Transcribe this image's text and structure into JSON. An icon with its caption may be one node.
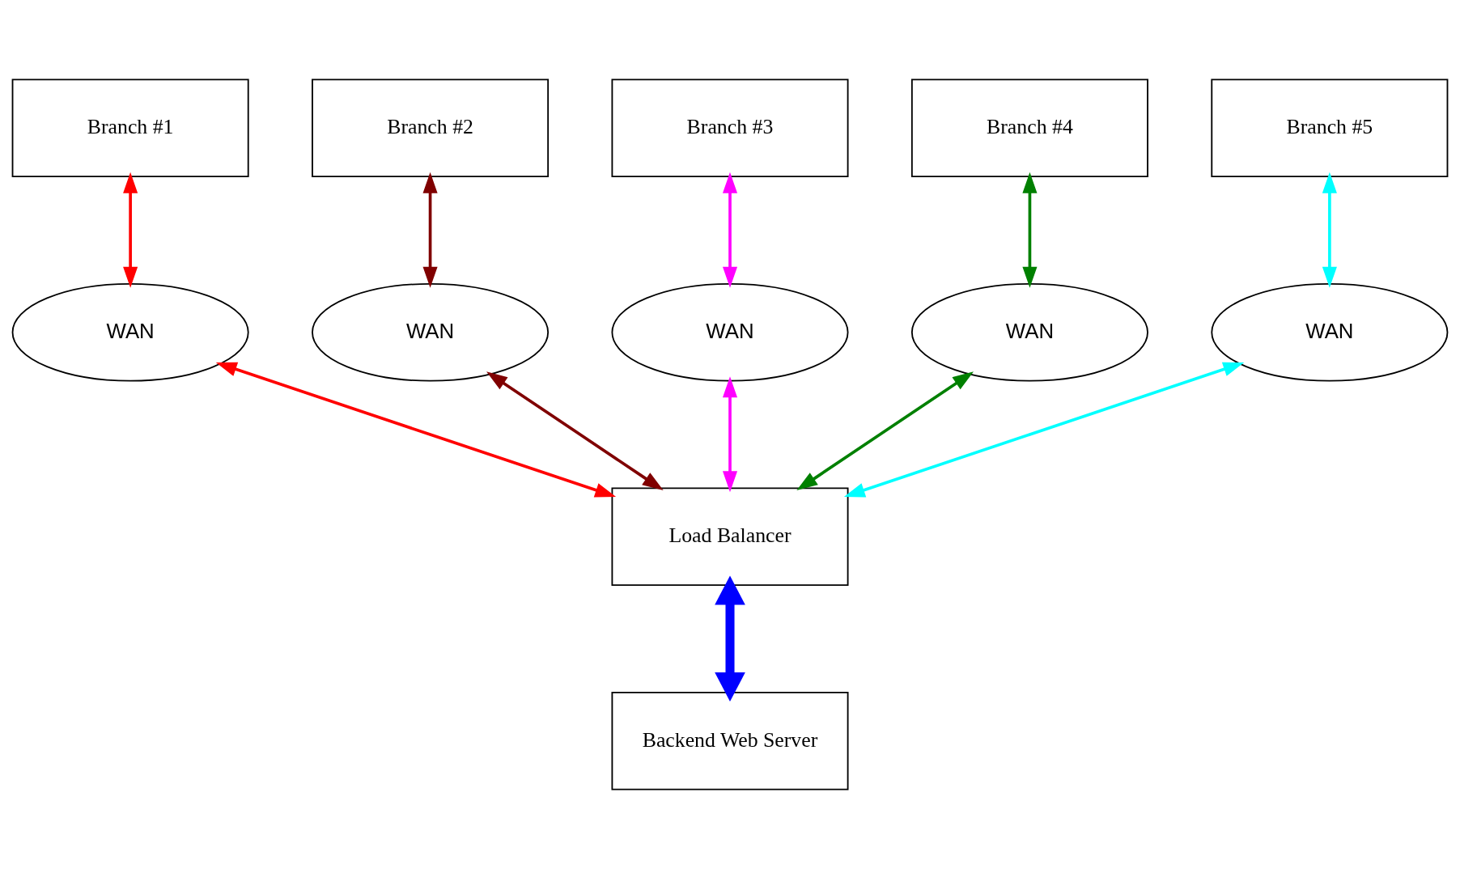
{
  "diagram": {
    "nodes": [
      {
        "text": [
          "Branch #1"
        ]
      },
      {
        "text": [
          "Branch #2"
        ]
      },
      {
        "text": [
          "Branch #3"
        ]
      },
      {
        "text": [
          "Branch #4"
        ]
      },
      {
        "text": [
          "Branch #5"
        ]
      },
      {
        "text": [
          "WAN"
        ]
      },
      {
        "text": [
          "WAN"
        ]
      },
      {
        "text": [
          "WAN"
        ]
      },
      {
        "text": [
          "WAN"
        ]
      },
      {
        "text": [
          "WAN"
        ]
      },
      {
        "text": [
          "Load Balancer"
        ]
      },
      {
        "text": [
          "Backend Web Server"
        ]
      }
    ],
    "edges": [
      {
        "from": 0,
        "to": 5,
        "arrow": "both",
        "color": "#ff0000"
      },
      {
        "from": 1,
        "to": 6,
        "arrow": "both",
        "color": "#800000"
      },
      {
        "from": 2,
        "to": 7,
        "arrow": "both",
        "color": "#ff00ff"
      },
      {
        "from": 3,
        "to": 8,
        "arrow": "both",
        "color": "#008000"
      },
      {
        "from": 4,
        "to": 9,
        "arrow": "both",
        "color": "#00ffff"
      },
      {
        "from": 5,
        "to": 10,
        "arrow": "both",
        "color": "#ff0000"
      },
      {
        "from": 6,
        "to": 10,
        "arrow": "both",
        "color": "#800000"
      },
      {
        "from": 7,
        "to": 10,
        "arrow": "both",
        "color": "#ff00ff"
      },
      {
        "from": 8,
        "to": 10,
        "arrow": "both",
        "color": "#008000"
      },
      {
        "from": 9,
        "to": 10,
        "arrow": "both",
        "color": "#00ffff"
      },
      {
        "from": 10,
        "to": 11,
        "arrow": "both",
        "style": "thick",
        "color": "#0000ff"
      }
    ]
  }
}
